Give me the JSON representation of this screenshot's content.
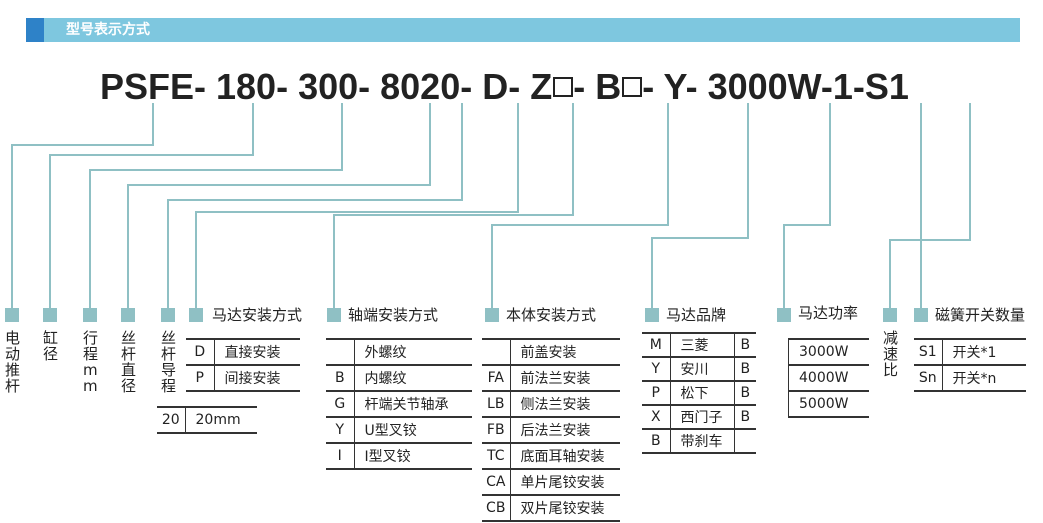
{
  "section_title": "型号表示方式",
  "model_code": {
    "seg1": "PSFE-",
    "seg2": " 180-",
    "seg3": " 300-",
    "seg4": " 8020-",
    "seg5": " D-",
    "seg6": " Z",
    "seg7": "- B",
    "seg8": "- Y-",
    "seg9": " 3000W-1-S1"
  },
  "labels": {
    "electric_push_rod": "电动推杆",
    "cylinder_diameter": "缸径",
    "stroke": "行程mm",
    "screw_diameter": "丝杆直径",
    "screw_lead": "丝杆导程",
    "motor_mount": "马达安装方式",
    "shaft_mount": "轴端安装方式",
    "body_mount": "本体安装方式",
    "motor_brand": "马达品牌",
    "motor_power": "马达功率",
    "reduction_ratio": "减速比",
    "reed_switch_count": "磁簧开关数量"
  },
  "motor_mount_rows": [
    {
      "code": "D",
      "desc": "直接安装"
    },
    {
      "code": "P",
      "desc": "间接安装"
    }
  ],
  "lead_rows": [
    {
      "code": "20",
      "desc": "20mm"
    }
  ],
  "shaft_rows": [
    {
      "code": "",
      "desc": "外螺纹"
    },
    {
      "code": "B",
      "desc": "内螺纹"
    },
    {
      "code": "G",
      "desc": "杆端关节轴承"
    },
    {
      "code": "Y",
      "desc": "U型叉铰"
    },
    {
      "code": "I",
      "desc": "I型叉铰"
    }
  ],
  "body_rows": [
    {
      "code": "",
      "desc": "前盖安装"
    },
    {
      "code": "FA",
      "desc": "前法兰安装"
    },
    {
      "code": "LB",
      "desc": "侧法兰安装"
    },
    {
      "code": "FB",
      "desc": "后法兰安装"
    },
    {
      "code": "TC",
      "desc": "底面耳轴安装"
    },
    {
      "code": "CA",
      "desc": "单片尾铰安装"
    },
    {
      "code": "CB",
      "desc": "双片尾铰安装"
    }
  ],
  "brand_rows": [
    {
      "code": "M",
      "desc": "三菱",
      "suffix": "B"
    },
    {
      "code": "Y",
      "desc": "安川",
      "suffix": "B"
    },
    {
      "code": "P",
      "desc": "松下",
      "suffix": "B"
    },
    {
      "code": "X",
      "desc": "西门子",
      "suffix": "B"
    },
    {
      "code": "B",
      "desc": "带刹车",
      "suffix": ""
    }
  ],
  "power_rows": [
    "3000W",
    "4000W",
    "5000W"
  ],
  "switch_rows": [
    {
      "code": "S1",
      "desc": "开关*1"
    },
    {
      "code": "Sn",
      "desc": "开关*n"
    }
  ],
  "colors": {
    "banner": "#7ec7df",
    "banner_accent": "#2e82c8",
    "connector": "#8fc0c4"
  }
}
